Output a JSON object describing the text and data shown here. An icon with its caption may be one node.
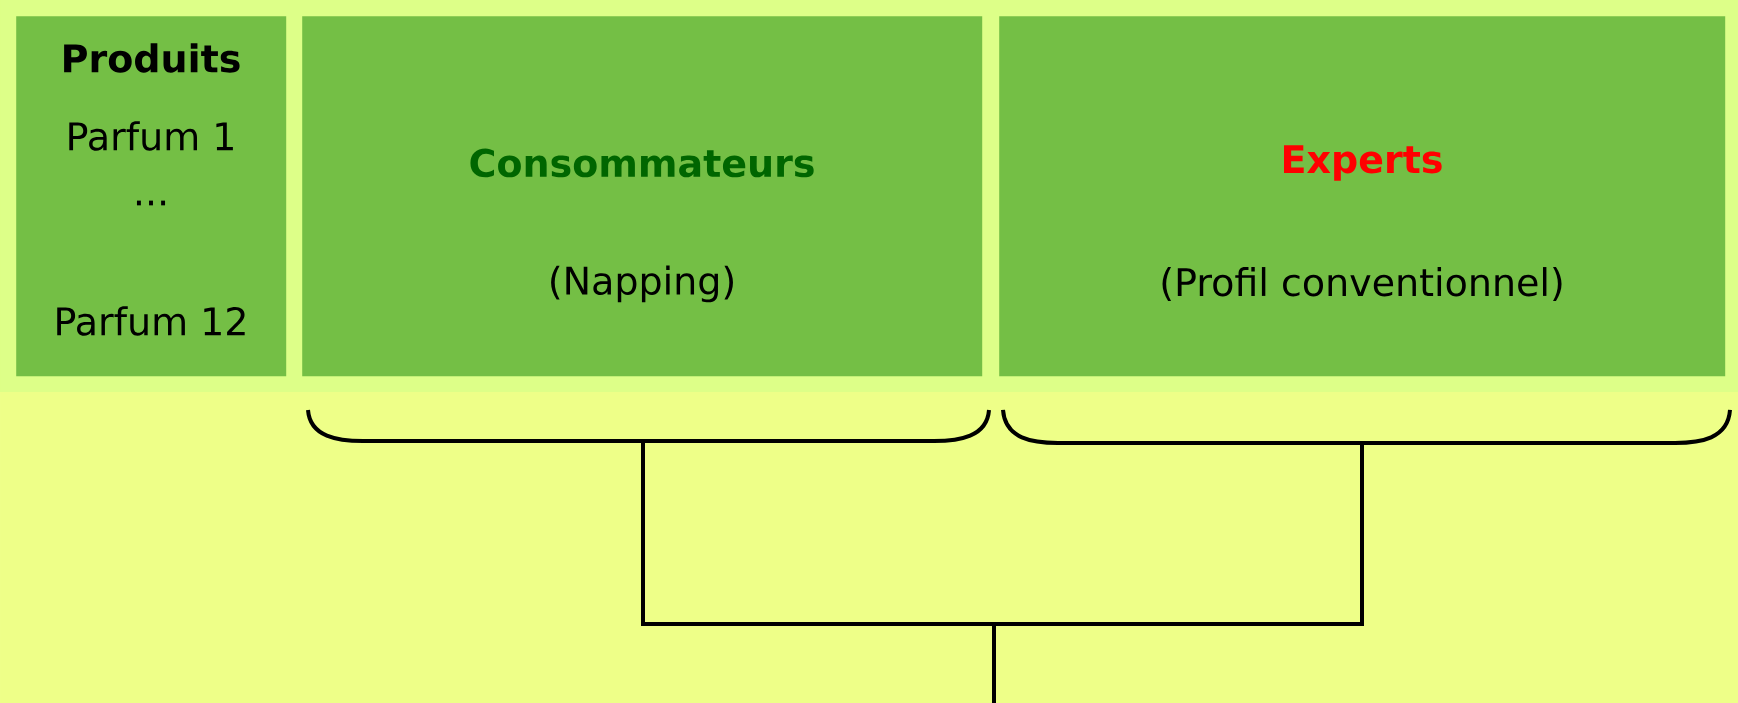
{
  "diagram": {
    "nodes": [
      {
        "text": [
          "Produits",
          "Parfum 1",
          "...",
          "Parfum 12"
        ]
      },
      {
        "text": [
          "Consommateurs",
          "(Napping)"
        ]
      },
      {
        "text": [
          "Experts",
          "(Profil conventionnel)"
        ]
      }
    ],
    "edges": [
      {
        "from": 1,
        "to": null,
        "arrow": "none"
      },
      {
        "from": 2,
        "to": null,
        "arrow": "none"
      }
    ]
  }
}
